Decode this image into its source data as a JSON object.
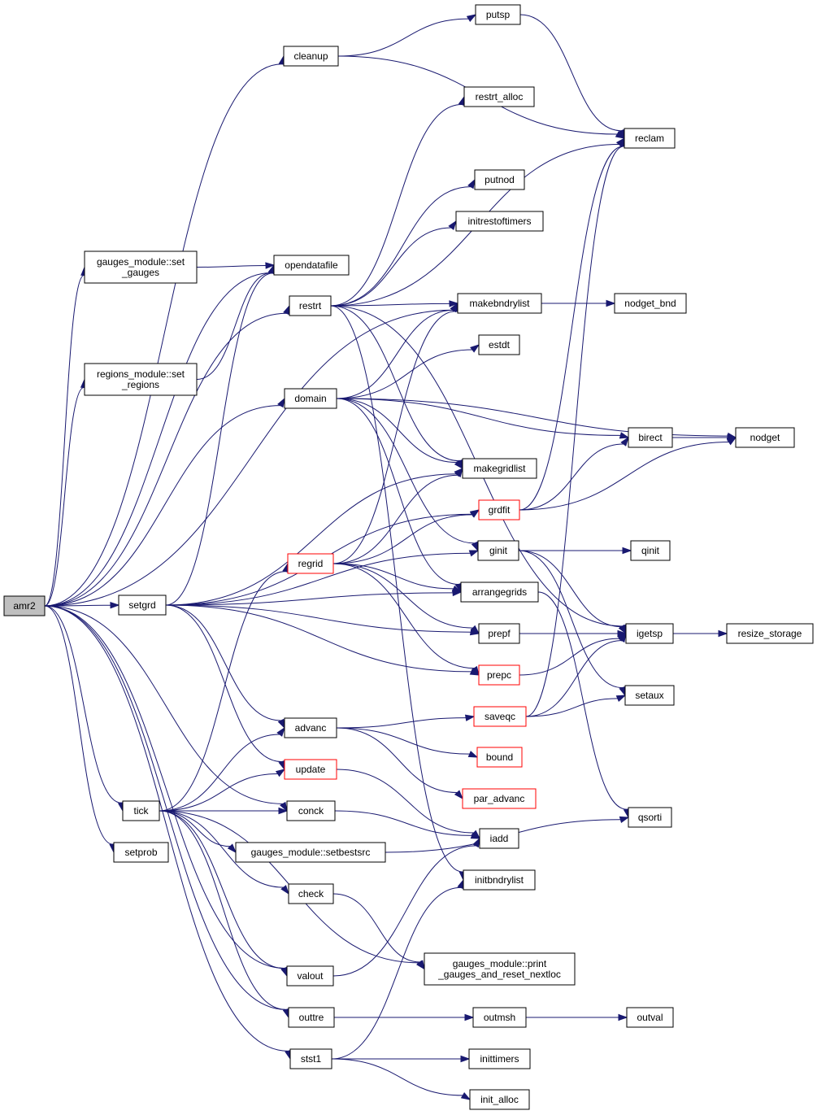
{
  "colors": {
    "edge": "#191970",
    "node_border": "#000000",
    "node_border_highlight": "#ff0000",
    "root_fill": "#bfbfbf",
    "background": "#ffffff"
  },
  "nodes": [
    {
      "id": "amr2",
      "label": [
        "amr2"
      ],
      "root": true
    },
    {
      "id": "cleanup",
      "label": [
        "cleanup"
      ]
    },
    {
      "id": "putsp",
      "label": [
        "putsp"
      ]
    },
    {
      "id": "reclam",
      "label": [
        "reclam"
      ]
    },
    {
      "id": "restrt_alloc",
      "label": [
        "restrt_alloc"
      ]
    },
    {
      "id": "putnod",
      "label": [
        "putnod"
      ]
    },
    {
      "id": "initrestoftimers",
      "label": [
        "initrestoftimers"
      ]
    },
    {
      "id": "gset",
      "label": [
        "gauges_module::set",
        "_gauges"
      ]
    },
    {
      "id": "opendatafile",
      "label": [
        "opendatafile"
      ]
    },
    {
      "id": "restrt",
      "label": [
        "restrt"
      ]
    },
    {
      "id": "makebndrylist",
      "label": [
        "makebndrylist"
      ]
    },
    {
      "id": "nodget_bnd",
      "label": [
        "nodget_bnd"
      ]
    },
    {
      "id": "estdt",
      "label": [
        "estdt"
      ]
    },
    {
      "id": "rset",
      "label": [
        "regions_module::set",
        "_regions"
      ]
    },
    {
      "id": "domain",
      "label": [
        "domain"
      ]
    },
    {
      "id": "birect",
      "label": [
        "birect"
      ]
    },
    {
      "id": "nodget",
      "label": [
        "nodget"
      ]
    },
    {
      "id": "makegridlist",
      "label": [
        "makegridlist"
      ]
    },
    {
      "id": "grdfit",
      "label": [
        "grdfit"
      ],
      "red": true
    },
    {
      "id": "regrid",
      "label": [
        "regrid"
      ],
      "red": true
    },
    {
      "id": "ginit",
      "label": [
        "ginit"
      ]
    },
    {
      "id": "qinit",
      "label": [
        "qinit"
      ]
    },
    {
      "id": "setgrd",
      "label": [
        "setgrd"
      ]
    },
    {
      "id": "arrangegrids",
      "label": [
        "arrangegrids"
      ]
    },
    {
      "id": "prepf",
      "label": [
        "prepf"
      ]
    },
    {
      "id": "igetsp",
      "label": [
        "igetsp"
      ]
    },
    {
      "id": "resize_storage",
      "label": [
        "resize_storage"
      ]
    },
    {
      "id": "prepc",
      "label": [
        "prepc"
      ],
      "red": true
    },
    {
      "id": "setaux",
      "label": [
        "setaux"
      ]
    },
    {
      "id": "advanc",
      "label": [
        "advanc"
      ]
    },
    {
      "id": "saveqc",
      "label": [
        "saveqc"
      ],
      "red": true
    },
    {
      "id": "bound",
      "label": [
        "bound"
      ],
      "red": true
    },
    {
      "id": "update",
      "label": [
        "update"
      ],
      "red": true
    },
    {
      "id": "par_advanc",
      "label": [
        "par_advanc"
      ],
      "red": true
    },
    {
      "id": "tick",
      "label": [
        "tick"
      ]
    },
    {
      "id": "conck",
      "label": [
        "conck"
      ]
    },
    {
      "id": "qsorti",
      "label": [
        "qsorti"
      ]
    },
    {
      "id": "iadd",
      "label": [
        "iadd"
      ]
    },
    {
      "id": "setprob",
      "label": [
        "setprob"
      ]
    },
    {
      "id": "setbestsrc",
      "label": [
        "gauges_module::setbestsrc"
      ]
    },
    {
      "id": "initbndrylist",
      "label": [
        "initbndrylist"
      ]
    },
    {
      "id": "check",
      "label": [
        "check"
      ]
    },
    {
      "id": "printgauges",
      "label": [
        "gauges_module::print",
        "_gauges_and_reset_nextloc"
      ]
    },
    {
      "id": "valout",
      "label": [
        "valout"
      ]
    },
    {
      "id": "outtre",
      "label": [
        "outtre"
      ]
    },
    {
      "id": "outmsh",
      "label": [
        "outmsh"
      ]
    },
    {
      "id": "outval",
      "label": [
        "outval"
      ]
    },
    {
      "id": "stst1",
      "label": [
        "stst1"
      ]
    },
    {
      "id": "inittimers",
      "label": [
        "inittimers"
      ]
    },
    {
      "id": "init_alloc",
      "label": [
        "init_alloc"
      ]
    }
  ],
  "edges": [
    [
      "amr2",
      "cleanup"
    ],
    [
      "amr2",
      "gset"
    ],
    [
      "amr2",
      "opendatafile"
    ],
    [
      "amr2",
      "restrt"
    ],
    [
      "amr2",
      "makebndrylist"
    ],
    [
      "amr2",
      "rset"
    ],
    [
      "amr2",
      "domain"
    ],
    [
      "amr2",
      "setgrd"
    ],
    [
      "amr2",
      "tick"
    ],
    [
      "amr2",
      "conck"
    ],
    [
      "amr2",
      "setprob"
    ],
    [
      "amr2",
      "valout"
    ],
    [
      "amr2",
      "outtre"
    ],
    [
      "amr2",
      "stst1"
    ],
    [
      "cleanup",
      "putsp"
    ],
    [
      "cleanup",
      "reclam"
    ],
    [
      "putsp",
      "reclam"
    ],
    [
      "gset",
      "opendatafile"
    ],
    [
      "rset",
      "opendatafile"
    ],
    [
      "restrt",
      "restrt_alloc"
    ],
    [
      "restrt",
      "reclam"
    ],
    [
      "restrt",
      "putnod"
    ],
    [
      "restrt",
      "initrestoftimers"
    ],
    [
      "restrt",
      "makebndrylist"
    ],
    [
      "restrt",
      "igetsp"
    ],
    [
      "restrt",
      "makegridlist"
    ],
    [
      "restrt",
      "initbndrylist"
    ],
    [
      "makebndrylist",
      "nodget_bnd"
    ],
    [
      "domain",
      "estdt"
    ],
    [
      "domain",
      "makebndrylist"
    ],
    [
      "domain",
      "nodget"
    ],
    [
      "domain",
      "birect"
    ],
    [
      "domain",
      "makegridlist"
    ],
    [
      "domain",
      "ginit"
    ],
    [
      "domain",
      "arrangegrids"
    ],
    [
      "birect",
      "nodget"
    ],
    [
      "grdfit",
      "birect"
    ],
    [
      "grdfit",
      "nodget"
    ],
    [
      "grdfit",
      "reclam"
    ],
    [
      "regrid",
      "grdfit"
    ],
    [
      "regrid",
      "makebndrylist"
    ],
    [
      "regrid",
      "makegridlist"
    ],
    [
      "regrid",
      "arrangegrids"
    ],
    [
      "regrid",
      "prepf"
    ],
    [
      "regrid",
      "prepc"
    ],
    [
      "ginit",
      "qinit"
    ],
    [
      "ginit",
      "igetsp"
    ],
    [
      "ginit",
      "setaux"
    ],
    [
      "setgrd",
      "opendatafile"
    ],
    [
      "setgrd",
      "makegridlist"
    ],
    [
      "setgrd",
      "grdfit"
    ],
    [
      "setgrd",
      "ginit"
    ],
    [
      "setgrd",
      "arrangegrids"
    ],
    [
      "setgrd",
      "prepf"
    ],
    [
      "setgrd",
      "prepc"
    ],
    [
      "setgrd",
      "advanc"
    ],
    [
      "setgrd",
      "update"
    ],
    [
      "arrangegrids",
      "qsorti"
    ],
    [
      "prepf",
      "igetsp"
    ],
    [
      "prepc",
      "igetsp"
    ],
    [
      "igetsp",
      "resize_storage"
    ],
    [
      "advanc",
      "saveqc"
    ],
    [
      "advanc",
      "bound"
    ],
    [
      "advanc",
      "par_advanc"
    ],
    [
      "saveqc",
      "reclam"
    ],
    [
      "saveqc",
      "igetsp"
    ],
    [
      "saveqc",
      "setaux"
    ],
    [
      "update",
      "iadd"
    ],
    [
      "tick",
      "regrid"
    ],
    [
      "tick",
      "advanc"
    ],
    [
      "tick",
      "update"
    ],
    [
      "tick",
      "conck"
    ],
    [
      "tick",
      "setbestsrc"
    ],
    [
      "tick",
      "check"
    ],
    [
      "tick",
      "printgauges"
    ],
    [
      "tick",
      "valout"
    ],
    [
      "tick",
      "outtre"
    ],
    [
      "conck",
      "iadd"
    ],
    [
      "setbestsrc",
      "qsorti"
    ],
    [
      "check",
      "printgauges"
    ],
    [
      "valout",
      "iadd"
    ],
    [
      "outtre",
      "outmsh"
    ],
    [
      "outmsh",
      "outval"
    ],
    [
      "stst1",
      "initbndrylist"
    ],
    [
      "stst1",
      "inittimers"
    ],
    [
      "stst1",
      "init_alloc"
    ]
  ]
}
